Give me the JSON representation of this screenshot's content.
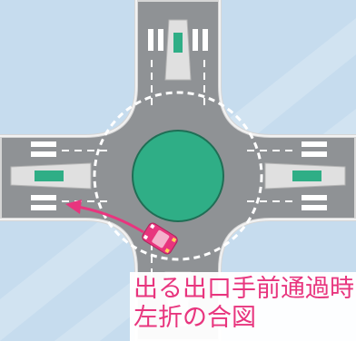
{
  "diagram": {
    "type": "roundabout-intersection",
    "colors": {
      "background": "#c6dcee",
      "road": "#8f9295",
      "road_edge": "#d6d6d6",
      "island": "#2fae86",
      "median": "#e0e0e0",
      "median_green": "#2fae86",
      "lane_marking": "#ffffff",
      "car": "#e8357e",
      "arrow": "#e8357e",
      "caption_text": "#e8357e"
    },
    "icons": {
      "car": "car-icon",
      "arrow": "left-turn-arrow-icon"
    }
  },
  "caption": {
    "line1": "出る出口手前通過時",
    "line2": "左折の合図"
  }
}
